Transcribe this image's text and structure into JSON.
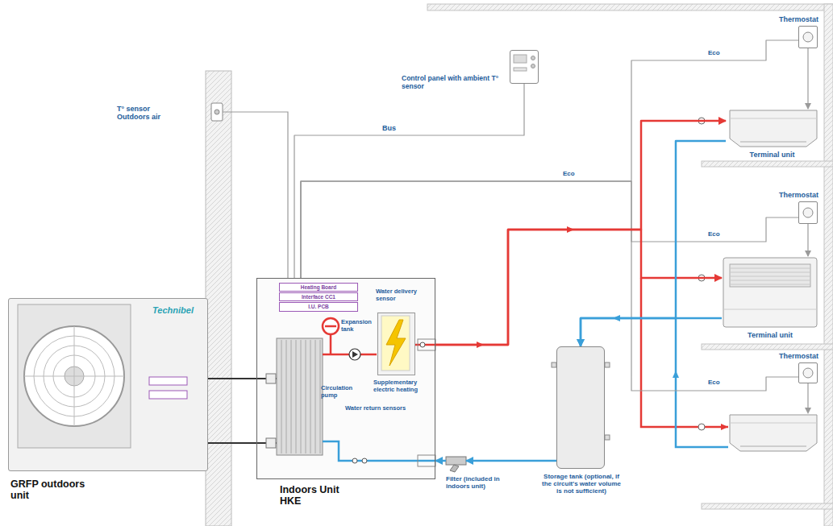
{
  "diagram": {
    "nodes": [
      {
        "text": [
          "Technibel",
          "GRFP outdoors unit"
        ]
      },
      {
        "text": [
          "Indoors Unit HKE"
        ]
      },
      {
        "text": [
          "Heating Board"
        ],
        "in": 1
      },
      {
        "text": [
          "Interface CC1"
        ],
        "in": 1
      },
      {
        "text": [
          "I.U. PCB"
        ],
        "in": 1
      },
      {
        "text": [
          "Supplementary electric heating"
        ],
        "in": 1
      },
      {
        "text": [
          "Control panel with ambient T° sensor"
        ]
      },
      {
        "text": [
          "Thermostat"
        ]
      },
      {
        "text": [
          "Terminal unit"
        ]
      },
      {
        "text": [
          "Thermostat"
        ]
      },
      {
        "text": [
          "Terminal unit"
        ]
      },
      {
        "text": [
          "Thermostat"
        ]
      },
      {
        "text": [
          "Filter (included in indoors unit)"
        ]
      },
      {
        "text": [
          "Storage tank (optional, if the circuit's water volume is not sufficient)"
        ]
      }
    ],
    "edges": [
      {
        "from": 0,
        "to": 1,
        "arrow": "none"
      },
      {
        "from": 0,
        "to": 1,
        "arrow": "none"
      },
      {
        "from": 6,
        "to": 1,
        "label": "Bus",
        "arrow": "none"
      },
      {
        "from": 7,
        "to": 1,
        "arrow": "none"
      },
      {
        "from": 9,
        "to": 1,
        "arrow": "none"
      },
      {
        "from": 11,
        "to": 1,
        "arrow": "none"
      },
      {
        "from": 7,
        "to": 8,
        "arrow": "to"
      },
      {
        "from": 9,
        "to": 10,
        "arrow": "to"
      },
      {
        "from": 1,
        "to": 8,
        "arrow": "to"
      },
      {
        "from": 1,
        "to": 10,
        "arrow": "to"
      },
      {
        "from": 8,
        "to": 13,
        "arrow": "to"
      },
      {
        "from": 10,
        "to": 13,
        "arrow": "to"
      },
      {
        "from": 13,
        "to": 12,
        "arrow": "to"
      },
      {
        "from": 12,
        "to": 1,
        "arrow": "to"
      }
    ],
    "labels": [
      "T° sensor Outdoors air",
      "Eco",
      "Eco",
      "Eco",
      "Eco",
      "Expansion tank",
      "Water delivery sensor",
      "Circulation pump",
      "Water return sensors"
    ]
  }
}
